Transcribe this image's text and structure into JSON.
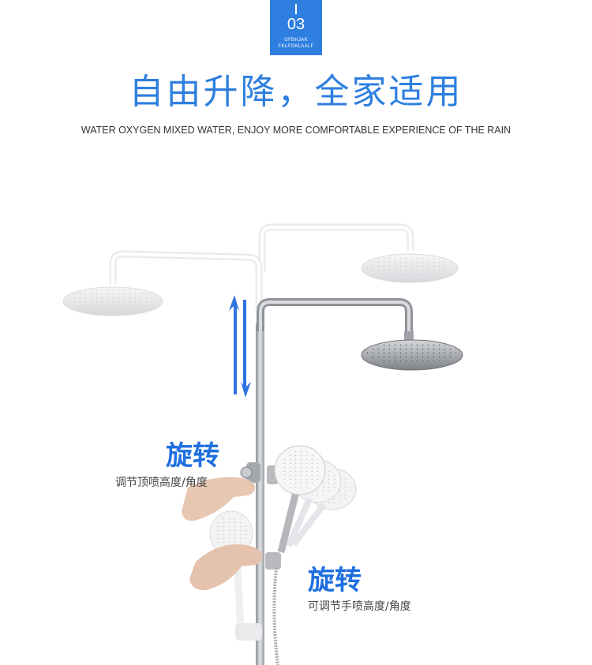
{
  "badge": {
    "number": "03",
    "line1": "GFBHJAK",
    "line2": "FKLFOKLAALF"
  },
  "title": "自由升降，全家适用",
  "subtitle": "WATER OXYGEN MIXED WATER, ENJOY MORE COMFORTABLE EXPERIENCE OF THE RAIN",
  "callouts": [
    {
      "title": "旋转",
      "text": "调节顶喷高度/角度"
    },
    {
      "title": "旋转",
      "text": "可调节手喷高度/角度"
    }
  ],
  "colors": {
    "accent": "#2e7fe0",
    "callout_title": "#1e6fe0"
  },
  "icons": {
    "lift": "up-down-arrow-icon"
  }
}
